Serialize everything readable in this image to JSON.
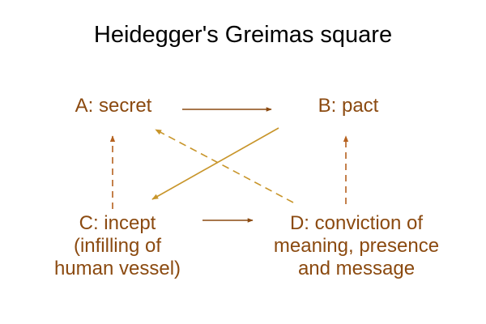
{
  "title": "Heidegger's Greimas square",
  "colors": {
    "text": "#8B4A10",
    "contrary_arrow": "#8B4A10",
    "contradiction_arrow": "#C8952A",
    "implication_arrow": "#B5611E"
  },
  "nodes": {
    "a": {
      "lines": [
        "A: secret"
      ]
    },
    "b": {
      "lines": [
        "B: pact"
      ]
    },
    "c": {
      "lines": [
        "C: incept",
        "(infilling of",
        "human vessel)"
      ]
    },
    "d": {
      "lines": [
        "D: conviction of",
        "meaning, presence",
        "and message"
      ]
    }
  }
}
